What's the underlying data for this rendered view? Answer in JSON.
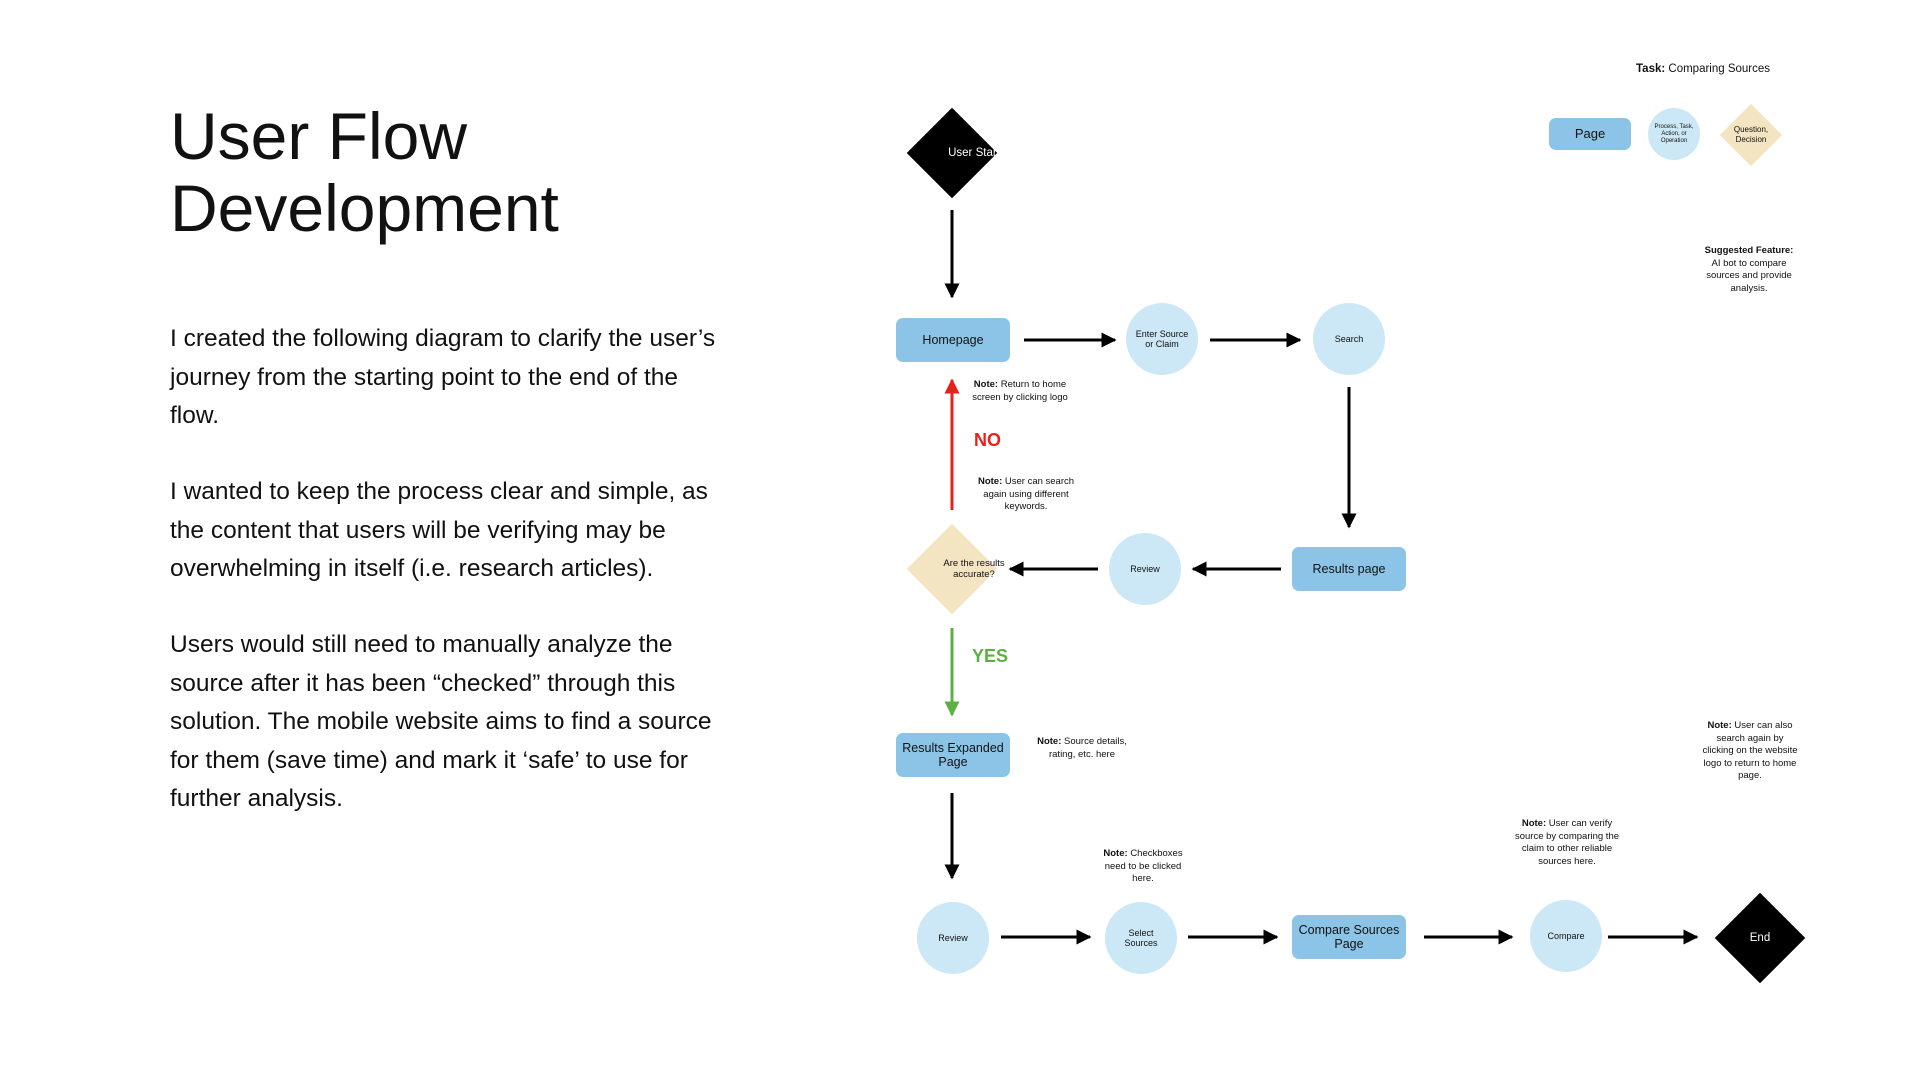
{
  "title_line1": "User Flow",
  "title_line2": "Development",
  "paragraphs": [
    "I created the following diagram to clarify the user’s journey from the starting point to the end of the flow.",
    "I wanted to keep the process clear and simple, as the content that users will be verifying may be overwhelming in itself (i.e. research articles).",
    "Users would still need to manually analyze the source after it has been “checked” through this solution. The mobile website aims to find a source for them (save time) and mark it ‘safe’ to use for further analysis."
  ],
  "task": {
    "label": "Task:",
    "value": "Comparing Sources"
  },
  "legend": {
    "page": "Page",
    "process": "Process, Task, Action, or Operation",
    "decision": "Question, Decision"
  },
  "nodes": {
    "start": "User Start",
    "homepage": "Homepage",
    "enter_source": "Enter Source or Claim",
    "search": "Search",
    "results_page": "Results page",
    "review1": "Review",
    "decision": "Are the results accurate?",
    "results_expanded": "Results Expanded Page",
    "review2": "Review",
    "select_sources": "Select Sources",
    "compare_page": "Compare Sources Page",
    "compare": "Compare",
    "end": "End"
  },
  "branches": {
    "no": "NO",
    "yes": "YES"
  },
  "notes": {
    "return_home": {
      "label": "Note:",
      "text": "Return to home screen by clicking logo"
    },
    "search_again": {
      "label": "Note:",
      "text": "User can search again using different keywords."
    },
    "source_details": {
      "label": "Note:",
      "text": "Source details, rating, etc. here"
    },
    "checkboxes": {
      "label": "Note:",
      "text": "Checkboxes need to be clicked here."
    },
    "verify": {
      "label": "Note:",
      "text": "User can verify source by comparing the claim to other reliable sources here."
    },
    "search_logo": {
      "label": "Note:",
      "text": "User can also search again by clicking on the website logo to return to home page."
    },
    "feature": {
      "label": "Suggested Feature:",
      "text": "AI bot to compare sources and provide analysis."
    }
  },
  "colors": {
    "page": "#8cc4e8",
    "process": "#cce8f7",
    "decision": "#f3e4c2",
    "terminal": "#000000",
    "no": "#e5221c",
    "yes": "#5cb043"
  }
}
